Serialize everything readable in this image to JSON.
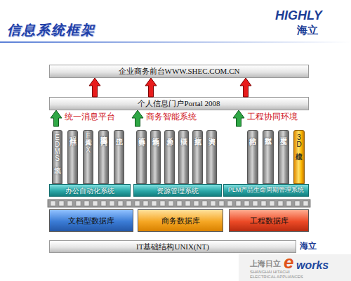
{
  "diagram": {
    "title": "信息系统框架",
    "nodes": [
      {
        "text": [
          "企业商务前台WWW.SHEC.COM.CN"
        ]
      },
      {
        "text": [
          "个人信息门户Portal 2008"
        ]
      },
      {
        "text": [
          "统一消息平台"
        ]
      },
      {
        "text": [
          "EDMS系统"
        ],
        "in": 2
      },
      {
        "text": [
          "邮件日程"
        ],
        "in": 2
      },
      {
        "text": [
          "传真FAX"
        ],
        "in": 2
      },
      {
        "text": [
          "内容管理系统"
        ],
        "in": 2
      },
      {
        "text": [
          "工作流"
        ],
        "in": 2
      },
      {
        "text": [
          "办公自动化系统"
        ],
        "in": 2
      },
      {
        "text": [
          "商务智能系统"
        ]
      },
      {
        "text": [
          "财务系统"
        ],
        "in": 9
      },
      {
        "text": [
          "制造系统"
        ],
        "in": 9
      },
      {
        "text": [
          "客户关系"
        ],
        "in": 9
      },
      {
        "text": [
          "供应链"
        ],
        "in": 9
      },
      {
        "text": [
          "车间执行"
        ],
        "in": 9
      },
      {
        "text": [
          "人力资源"
        ],
        "in": 9
      },
      {
        "text": [
          "资源管理系统"
        ],
        "in": 9
      },
      {
        "text": [
          "工程协同环境"
        ]
      },
      {
        "text": [
          "产品结构"
        ],
        "in": 17
      },
      {
        "text": [
          "工程数据"
        ],
        "in": 17
      },
      {
        "text": [
          "工程变更"
        ],
        "in": 17
      },
      {
        "text": [
          "3D建模"
        ],
        "in": 17
      },
      {
        "text": [
          "PLM产品生命周期管理系统"
        ],
        "in": 17
      },
      {
        "text": [
          "文档型数据库"
        ]
      },
      {
        "text": [
          "商务数据库"
        ]
      },
      {
        "text": [
          "工程数据库"
        ]
      },
      {
        "text": [
          "IT基础结构UNIX(NT)"
        ]
      }
    ],
    "edges": [
      {
        "from": 1,
        "to": 0,
        "arrow": "to"
      },
      {
        "from": 1,
        "to": 0,
        "arrow": "to"
      },
      {
        "from": 1,
        "to": 0,
        "arrow": "to"
      },
      {
        "from": 2,
        "to": 1,
        "arrow": "to"
      },
      {
        "from": 9,
        "to": 1,
        "arrow": "to"
      },
      {
        "from": 17,
        "to": 1,
        "arrow": "to"
      }
    ],
    "labels": [
      "HIGHLY",
      "海立",
      "海立",
      "上海日立",
      "SHANGHAI HITACHI",
      "ELECTRICAL APPLIANCES",
      "e",
      "works"
    ]
  }
}
